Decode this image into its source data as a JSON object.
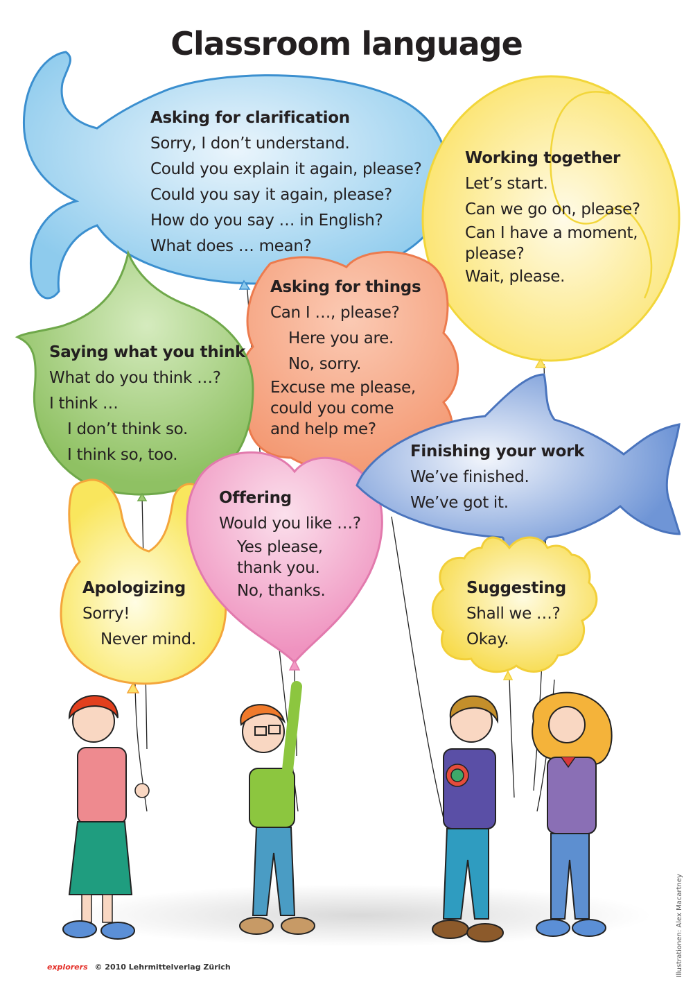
{
  "poster": {
    "title": "Classroom language",
    "colors": {
      "blue_balloon": "#8ecbed",
      "blue_outline": "#3b8fcf",
      "yellow_balloon": "#fbe870",
      "yellow_outline": "#f2d63a",
      "orange_balloon": "#f7a886",
      "orange_outline": "#ec7b4e",
      "green_balloon": "#9cc96f",
      "green_outline": "#6fa84a",
      "pink_balloon": "#f29ac4",
      "pink_outline": "#e27aad",
      "fish_balloon": "#7ea3dc",
      "fish_outline": "#4a74bd",
      "bunny_balloon": "#fbec6e",
      "bunny_outline": "#f4a53b",
      "star_balloon": "#fbe36a",
      "star_outline": "#f2cf39"
    }
  },
  "sections": {
    "clarification": {
      "heading": "Asking for clarification",
      "lines": [
        "Sorry, I don’t understand.",
        "Could you explain it again, please?",
        "Could you say it again, please?",
        "How do you say … in English?",
        "What does … mean?"
      ]
    },
    "working_together": {
      "heading": "Working together",
      "lines": [
        "Let’s start.",
        "Can we go on, please?",
        "Can I have a moment,",
        "please?",
        "Wait, please."
      ]
    },
    "asking_things": {
      "heading": "Asking for things",
      "lines": [
        "Can I …, please?",
        "Here you are.",
        "No, sorry.",
        "Excuse me please,",
        "could you come",
        "and help me?"
      ]
    },
    "saying_think": {
      "heading": "Saying what you think",
      "lines": [
        "What do you think …?",
        "I think …",
        "I don’t think so.",
        "I think so, too."
      ]
    },
    "finishing": {
      "heading": "Finishing your work",
      "lines": [
        "We’ve finished.",
        "We’ve got it."
      ]
    },
    "offering": {
      "heading": "Offering",
      "lines": [
        "Would you like …?",
        "Yes please,",
        "thank you.",
        "No, thanks."
      ]
    },
    "apologizing": {
      "heading": "Apologizing",
      "lines": [
        "Sorry!",
        "Never mind."
      ]
    },
    "suggesting": {
      "heading": "Suggesting",
      "lines": [
        "Shall we …?",
        "Okay."
      ]
    }
  },
  "characters": [
    {
      "name": "girl-red-hair",
      "shirt": "#ee8a8f",
      "lower": "#1f9d7f"
    },
    {
      "name": "boy-glasses",
      "shirt": "#8cc63f",
      "lower": "#4a9cc4"
    },
    {
      "name": "boy-blond",
      "shirt": "#5a4fa6",
      "lower": "#2f9cc0"
    },
    {
      "name": "girl-curly-hair",
      "shirt": "#8a6fb5",
      "lower": "#5d8fd0"
    }
  ],
  "footer": {
    "brand": "explorers",
    "copyright": "© 2010 Lehrmittelverlag Zürich",
    "illustrator_credit": "Illustrationen: Alex Macartney"
  }
}
